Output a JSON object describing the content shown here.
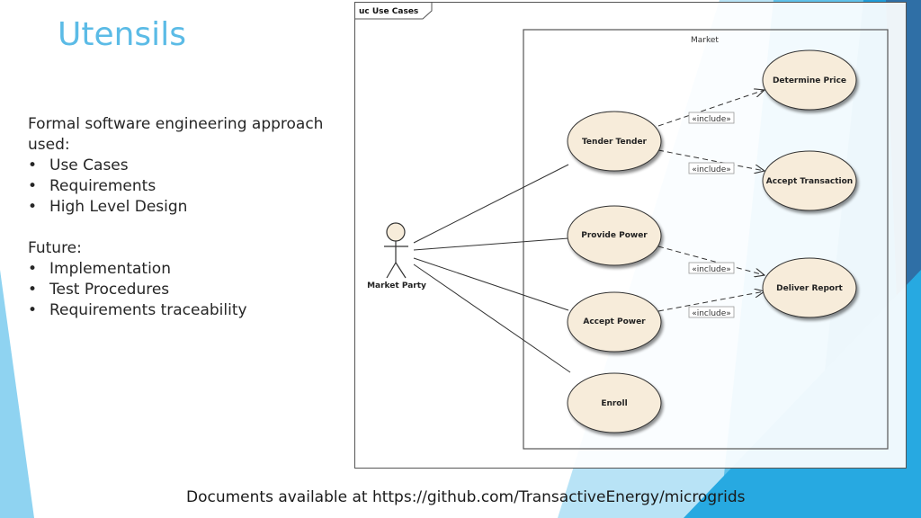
{
  "slide": {
    "title": "Utensils",
    "intro": "Formal software engineering approach used:",
    "approach_items": [
      "Use Cases",
      "Requirements",
      "High Level Design"
    ],
    "future_label": "Future:",
    "future_items": [
      "Implementation",
      "Test Procedures",
      "Requirements traceability"
    ],
    "footer": "Documents available at https://github.com/TransactiveEnergy/microgrids"
  },
  "diagram": {
    "frame_label": "uc Use Cases",
    "system_label": "Market",
    "actor": "Market Party",
    "use_cases": {
      "tender_tender": "Tender Tender",
      "provide_power": "Provide Power",
      "accept_power": "Accept Power",
      "enroll": "Enroll",
      "determine_price": "Determine Price",
      "accept_transaction": "Accept Transaction",
      "deliver_report": "Deliver Report"
    },
    "include_label": "«include»"
  },
  "colors": {
    "title": "#5bbbe6",
    "usecase_fill": "#f7ecda",
    "shape_blue": "#1f9bd7",
    "shape_dark": "#2f6fa6",
    "shape_light": "#a7dcf3"
  }
}
